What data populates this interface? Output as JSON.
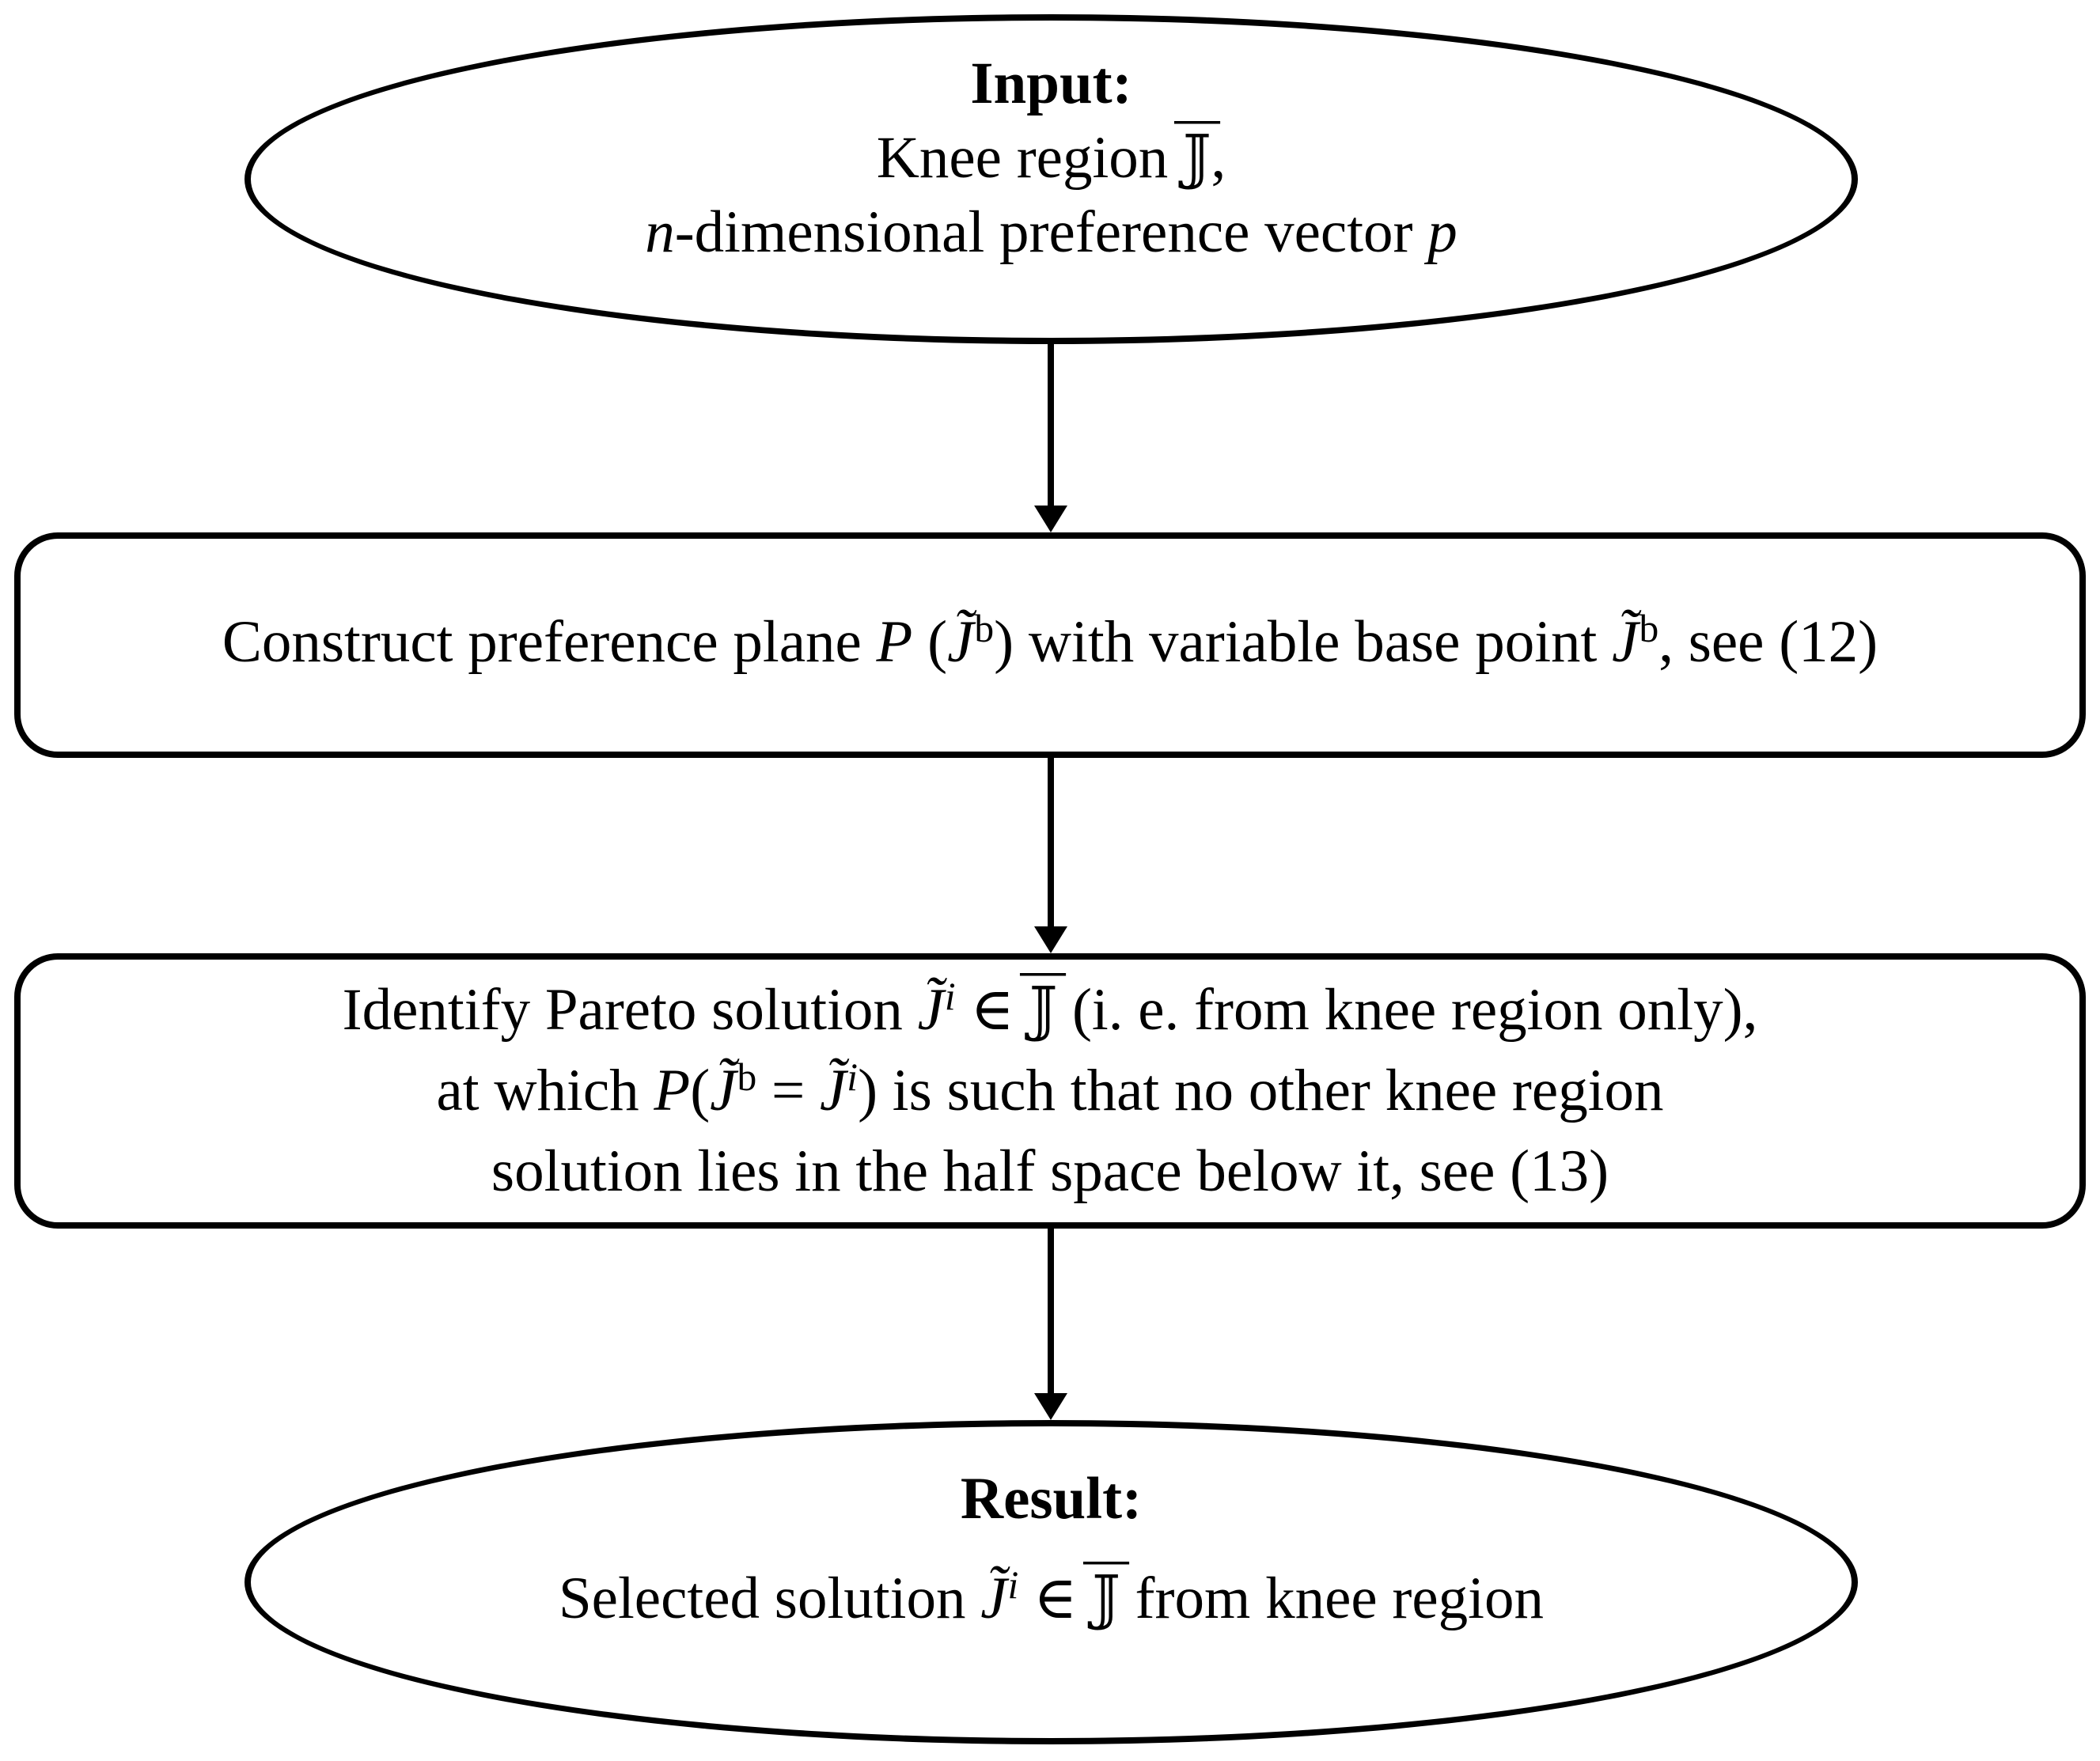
{
  "colors": {
    "stroke": "#000000",
    "fill": "#ffffff",
    "text": "#000000"
  },
  "input_ellipse": {
    "title": [
      {
        "t": "Input:",
        "c": "b"
      }
    ],
    "line2": [
      {
        "t": "Knee region "
      },
      {
        "t": "𝕁",
        "acc": "¯"
      },
      {
        "t": ","
      }
    ],
    "line3": [
      {
        "t": "n",
        "c": "i"
      },
      {
        "t": "-dimensional preference vector "
      },
      {
        "t": "p",
        "c": "i"
      }
    ]
  },
  "construct_box": {
    "line1": [
      {
        "t": "Construct preference plane "
      },
      {
        "t": "P",
        "c": "cal"
      },
      {
        "t": " ("
      },
      {
        "t": "J",
        "c": "i",
        "acc": "˜"
      },
      {
        "t": "b",
        "c": "sup"
      },
      {
        "t": ") with variable base point "
      },
      {
        "t": "J",
        "c": "i",
        "acc": "˜"
      },
      {
        "t": "b",
        "c": "sup"
      },
      {
        "t": ", see (12)"
      }
    ]
  },
  "identify_box": {
    "line1": [
      {
        "t": "Identify Pareto solution "
      },
      {
        "t": "J",
        "c": "i",
        "acc": "˜"
      },
      {
        "t": "i",
        "c": "sup i"
      },
      {
        "t": " ∈ "
      },
      {
        "t": "𝕁",
        "acc": "¯"
      },
      {
        "t": " (i. e. from knee region only),"
      }
    ],
    "line2": [
      {
        "t": "at which "
      },
      {
        "t": "P",
        "c": "cal"
      },
      {
        "t": "("
      },
      {
        "t": "J",
        "c": "i",
        "acc": "˜"
      },
      {
        "t": "b",
        "c": "sup"
      },
      {
        "t": " = "
      },
      {
        "t": "J",
        "c": "i",
        "acc": "˜"
      },
      {
        "t": "i",
        "c": "sup i"
      },
      {
        "t": ") is such that no other knee region"
      }
    ],
    "line3": [
      {
        "t": "solution lies in the half space below it, see (13)"
      }
    ]
  },
  "result_ellipse": {
    "title": [
      {
        "t": "Result:",
        "c": "b"
      }
    ],
    "line2": [
      {
        "t": "Selected solution "
      },
      {
        "t": "J",
        "c": "i",
        "acc": "˜"
      },
      {
        "t": "i",
        "c": "sup i"
      },
      {
        "t": " ∈ "
      },
      {
        "t": "𝕁",
        "acc": "¯"
      },
      {
        "t": " from knee region"
      }
    ]
  }
}
